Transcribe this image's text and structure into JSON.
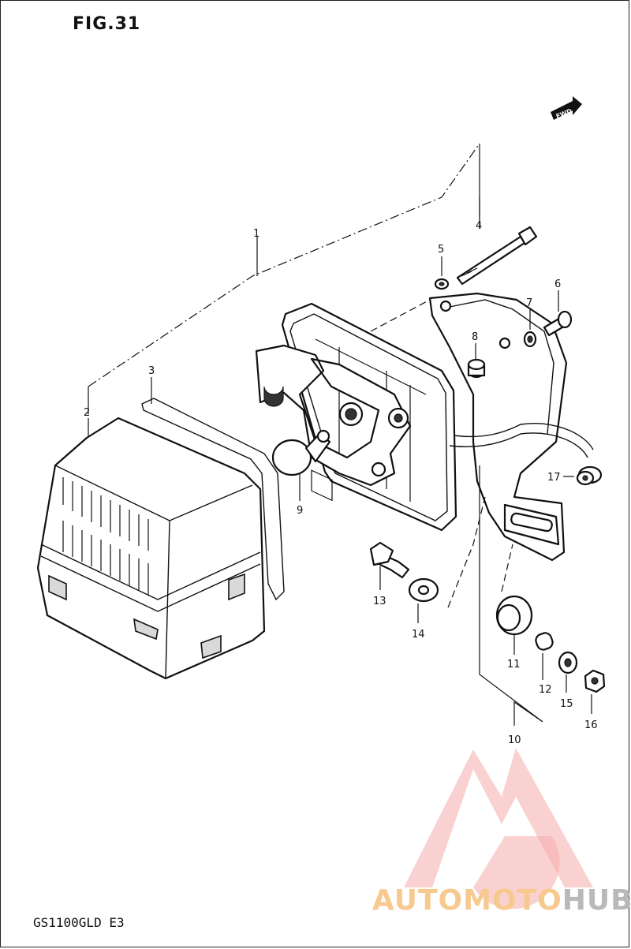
{
  "figure_title": "FIG.31",
  "model_code": "GS1100GLD E3",
  "direction_arrow": {
    "label": "FWD"
  },
  "callouts": [
    "1",
    "2",
    "3",
    "4",
    "5",
    "6",
    "7",
    "8",
    "9",
    "10",
    "11",
    "12",
    "13",
    "14",
    "15",
    "16",
    "17"
  ],
  "watermark": {
    "text_part1": "AUTOMOTO",
    "text_part2": "HUB",
    "colors": {
      "logo": "#f4a3a3",
      "text1": "#f7c98f",
      "text2": "#b9b9b9"
    }
  }
}
